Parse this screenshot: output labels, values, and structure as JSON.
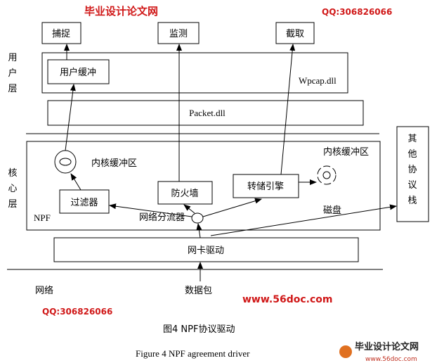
{
  "diagram": {
    "top_boxes": [
      "捕捉",
      "监测",
      "截取"
    ],
    "user_layer_label": [
      "用",
      "户",
      "层"
    ],
    "kernel_layer_label": [
      "核",
      "心",
      "层"
    ],
    "user_buffer": "用户缓冲",
    "wpcap": "Wpcap.dll",
    "packet": "Packet.dll",
    "kernel_buffer_left": "内核缓冲区",
    "kernel_buffer_right": "内核缓冲区",
    "filter": "过滤器",
    "firewall": "防火墙",
    "dump_engine": "转储引擎",
    "splitter": "网络分流器",
    "disk": "磁盘",
    "npf": "NPF",
    "other_stack": [
      "其",
      "他",
      "协",
      "议",
      "栈"
    ],
    "nic_driver": "网卡驱动",
    "network": "网络",
    "packet_data": "数据包"
  },
  "caption": {
    "cn": "图4  NPF协议驱动",
    "en": "Figure 4 NPF agreement driver"
  },
  "watermark": {
    "site": "毕业设计论文网",
    "url": "www.56doc.com",
    "qq": "QQ:306826066"
  }
}
